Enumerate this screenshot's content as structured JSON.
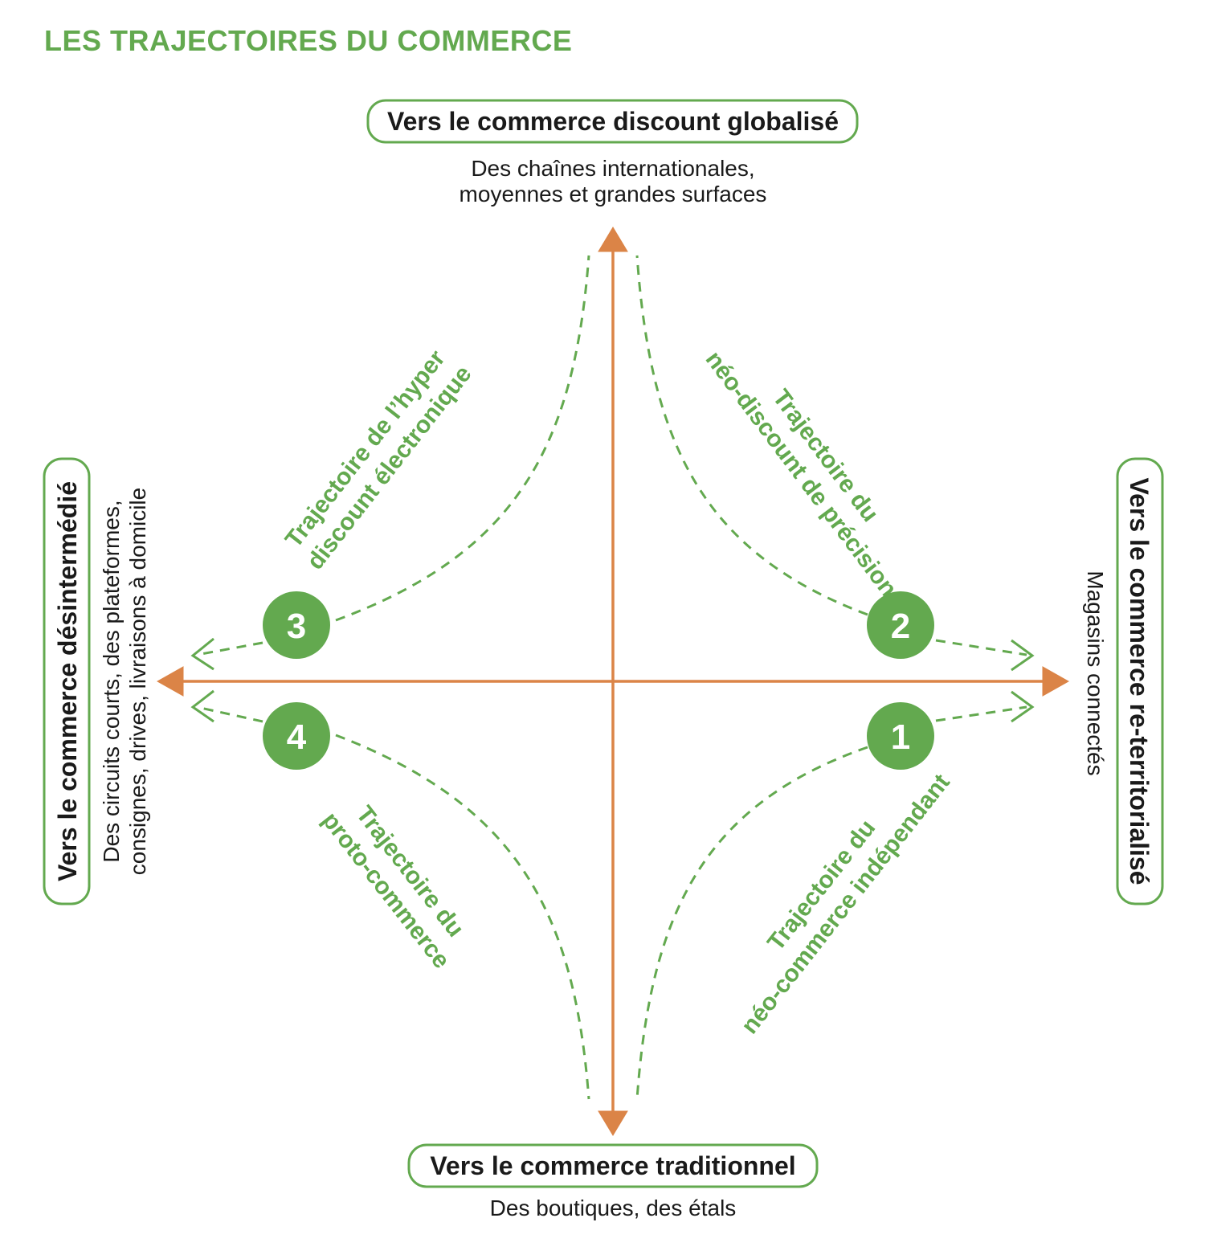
{
  "title": "LES TRAJECTOIRES DU COMMERCE",
  "colors": {
    "green": "#63a94f",
    "orange": "#db8447",
    "text": "#1a1a1a"
  },
  "poles": {
    "top": {
      "title": "Vers le commerce discount globalisé",
      "desc": [
        "Des chaînes internationales,",
        "moyennes et grandes surfaces"
      ]
    },
    "bottom": {
      "title": "Vers le commerce traditionnel",
      "desc": [
        "Des boutiques, des étals"
      ]
    },
    "left": {
      "title": "Vers le commerce désintermédié",
      "desc": [
        "Des circuits courts, des plateformes,",
        "consignes, drives, livraisons à domicile"
      ]
    },
    "right": {
      "title": "Vers le commerce re-territorialisé",
      "desc": [
        "Magasins connectés"
      ]
    }
  },
  "trajectories": {
    "t1": {
      "number": "1",
      "label": [
        "Trajectoire du",
        "néo-commerce indépendant"
      ]
    },
    "t2": {
      "number": "2",
      "label": [
        "Trajectoire du",
        "néo-discount de précision"
      ]
    },
    "t3": {
      "number": "3",
      "label": [
        "Trajectoire de l’hyper",
        "discount électronique"
      ]
    },
    "t4": {
      "number": "4",
      "label": [
        "Trajectoire du",
        "proto-commerce"
      ]
    }
  }
}
